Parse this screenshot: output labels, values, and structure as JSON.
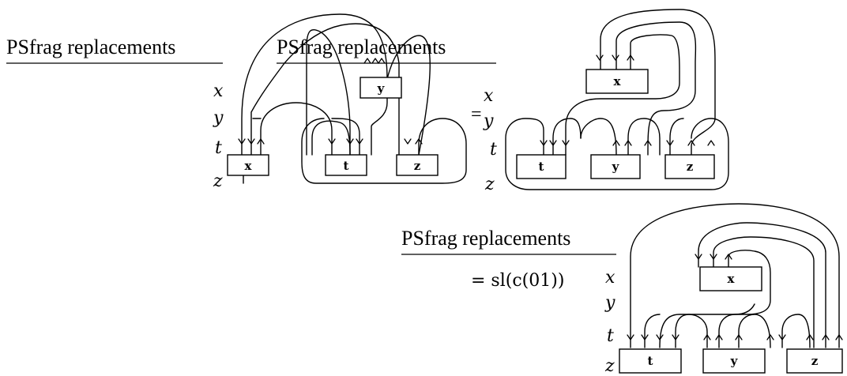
{
  "psfrag_labels": [
    "PSfrag replacements",
    "PSfrag replacements",
    "PSfrag replacements"
  ],
  "variables": [
    "x",
    "y",
    "t",
    "z"
  ],
  "equals_sign": "=",
  "bottom_formula": "= sl(c(01))",
  "diagram_1": {
    "boxes": [
      "x",
      "t",
      "z",
      "y"
    ]
  },
  "diagram_2": {
    "boxes": [
      "x",
      "t",
      "y",
      "z"
    ]
  },
  "diagram_3": {
    "boxes": [
      "x",
      "t",
      "y",
      "z"
    ]
  }
}
